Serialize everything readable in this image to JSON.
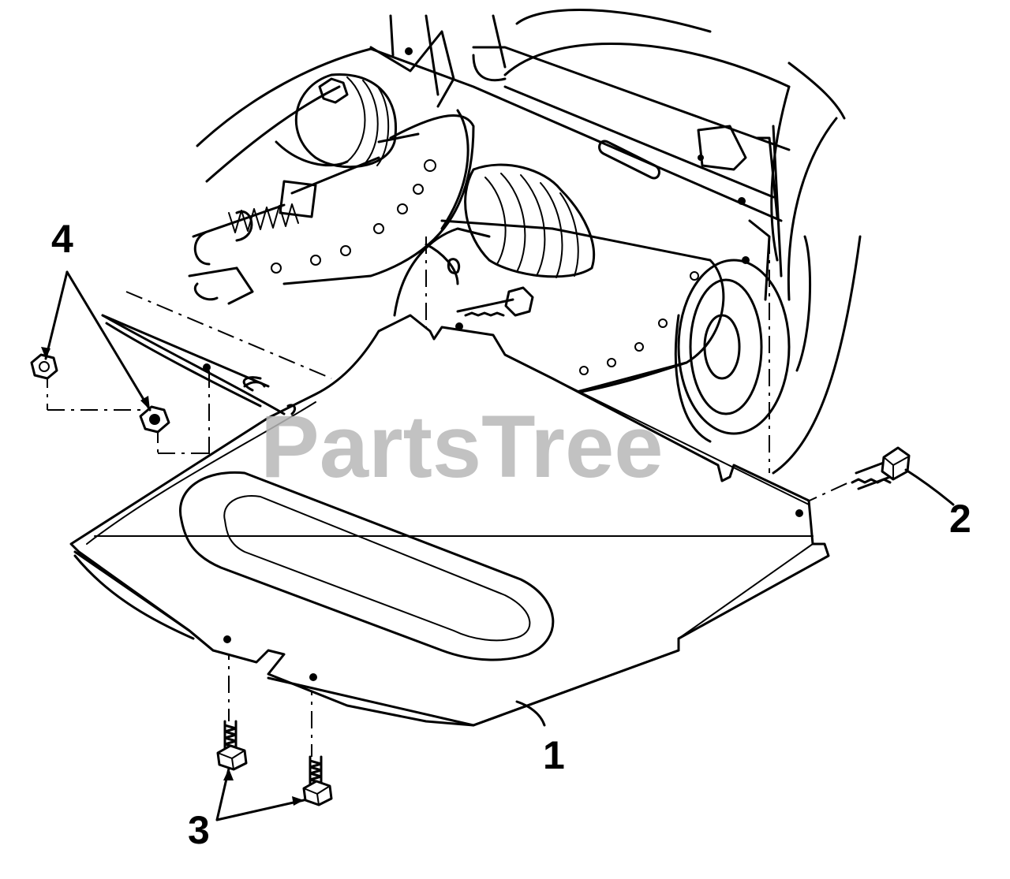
{
  "watermark": "PartsTree",
  "callouts": [
    {
      "id": "1",
      "label": "1"
    },
    {
      "id": "2",
      "label": "2"
    },
    {
      "id": "3",
      "label": "3"
    },
    {
      "id": "4",
      "label": "4"
    }
  ]
}
